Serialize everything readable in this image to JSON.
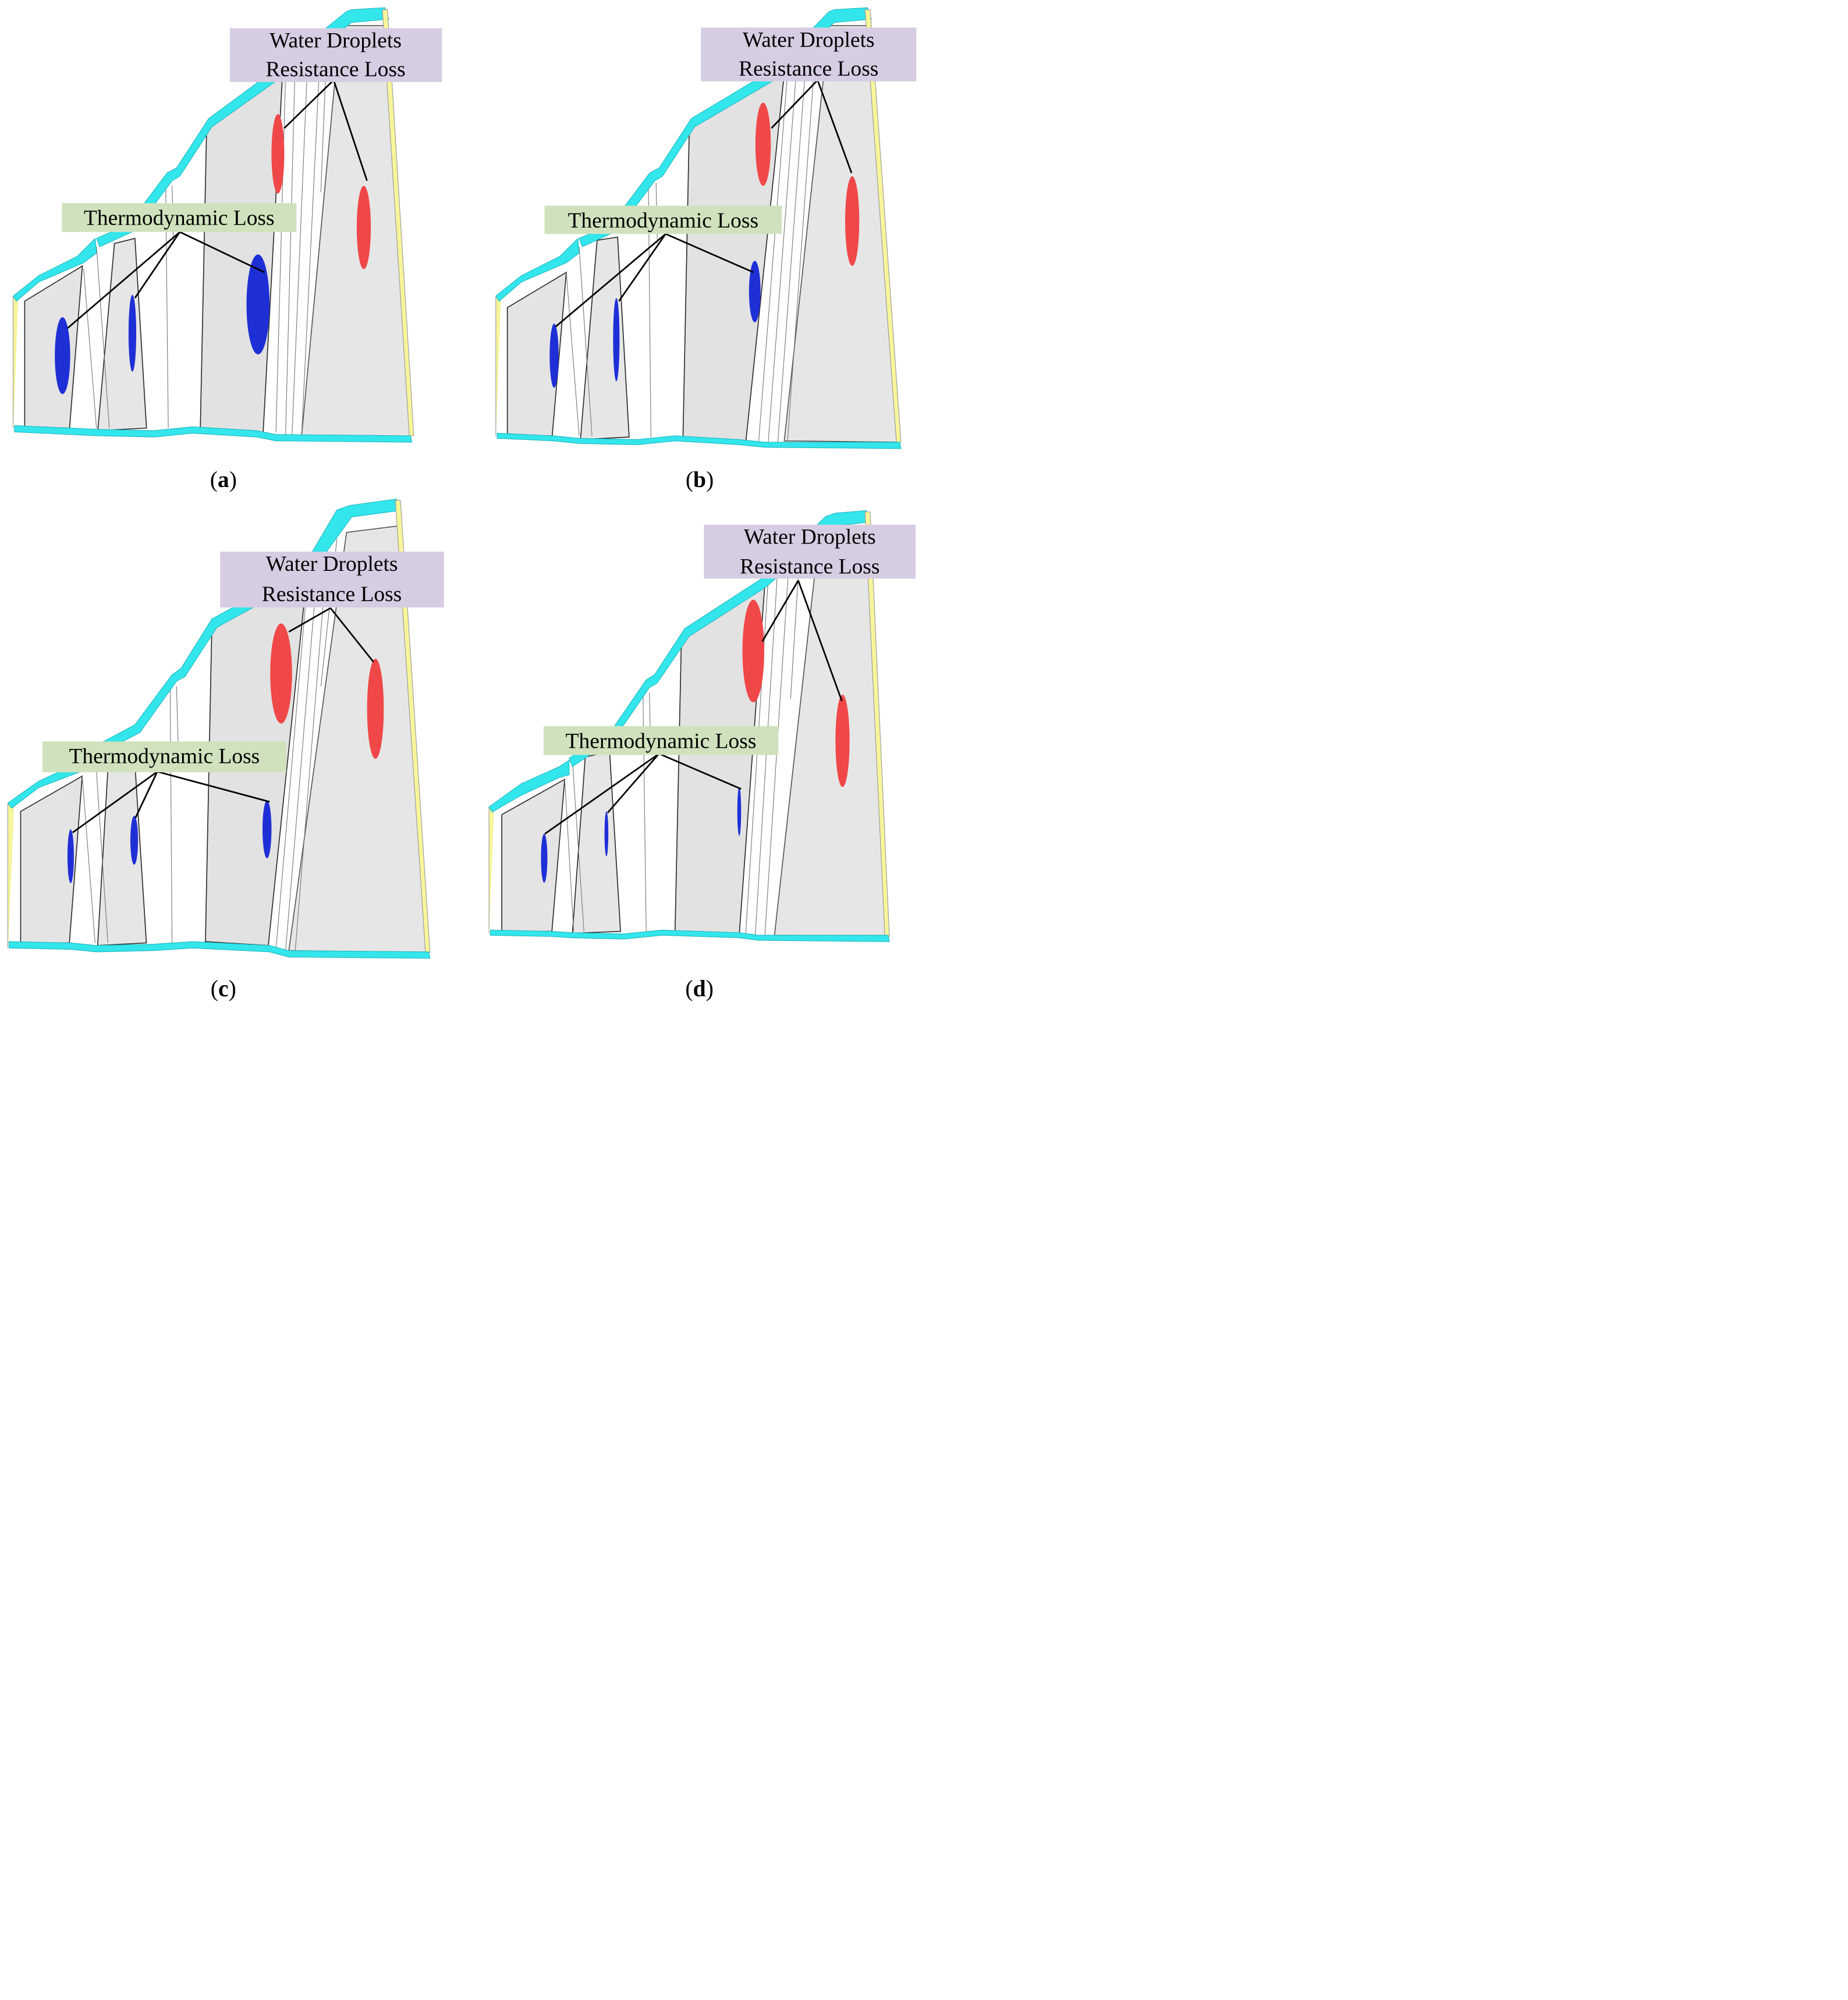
{
  "colors": {
    "casing": "#33e6ec",
    "casing_edge": "#1fb8c0",
    "blade_fill": "#e6e6e6",
    "blade_edge": "#2a2a2a",
    "yellow": "#f7f59a",
    "thermo_spot": "#1f2fd6",
    "droplet_spot": "#f04848",
    "thermo_box": "#cfe2bd",
    "droplet_box": "#d6cde2"
  },
  "panels": [
    {
      "id": "a",
      "caption_prefix": "(",
      "caption_letter": "a",
      "caption_suffix": ")",
      "droplet_label_line1": "Water Droplets",
      "droplet_label_line2": "Resistance Loss",
      "thermo_label": "Thermodynamic Loss"
    },
    {
      "id": "b",
      "caption_prefix": "(",
      "caption_letter": "b",
      "caption_suffix": ")",
      "droplet_label_line1": "Water Droplets",
      "droplet_label_line2": "Resistance Loss",
      "thermo_label": "Thermodynamic Loss"
    },
    {
      "id": "c",
      "caption_prefix": "(",
      "caption_letter": "c",
      "caption_suffix": ")",
      "droplet_label_line1": "Water Droplets",
      "droplet_label_line2": "Resistance Loss",
      "thermo_label": "Thermodynamic Loss"
    },
    {
      "id": "d",
      "caption_prefix": "(",
      "caption_letter": "d",
      "caption_suffix": ")",
      "droplet_label_line1": "Water Droplets",
      "droplet_label_line2": "Resistance Loss",
      "thermo_label": "Thermodynamic Loss"
    }
  ]
}
